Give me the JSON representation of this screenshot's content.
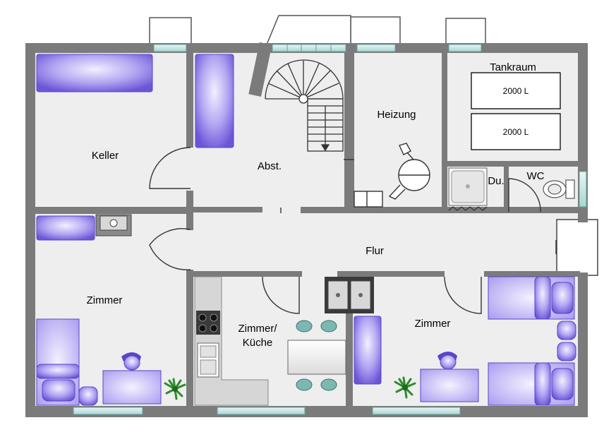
{
  "rooms": {
    "keller": "Keller",
    "abst": "Abst.",
    "heizung": "Heizung",
    "tankraum": "Tankraum",
    "du": "Du.",
    "wc": "WC",
    "flur": "Flur",
    "zimmer_left": "Zimmer",
    "kueche_line1": "Zimmer/",
    "kueche_line2": "Küche",
    "zimmer_right": "Zimmer"
  },
  "tanks": [
    "2000 L",
    "2000 L"
  ],
  "colors": {
    "wall": "#7b7b7b",
    "floor": "#eeeeee",
    "furniture": "#8f7fe6",
    "window": "#bfe3e0",
    "plant": "#2f8a2f"
  }
}
